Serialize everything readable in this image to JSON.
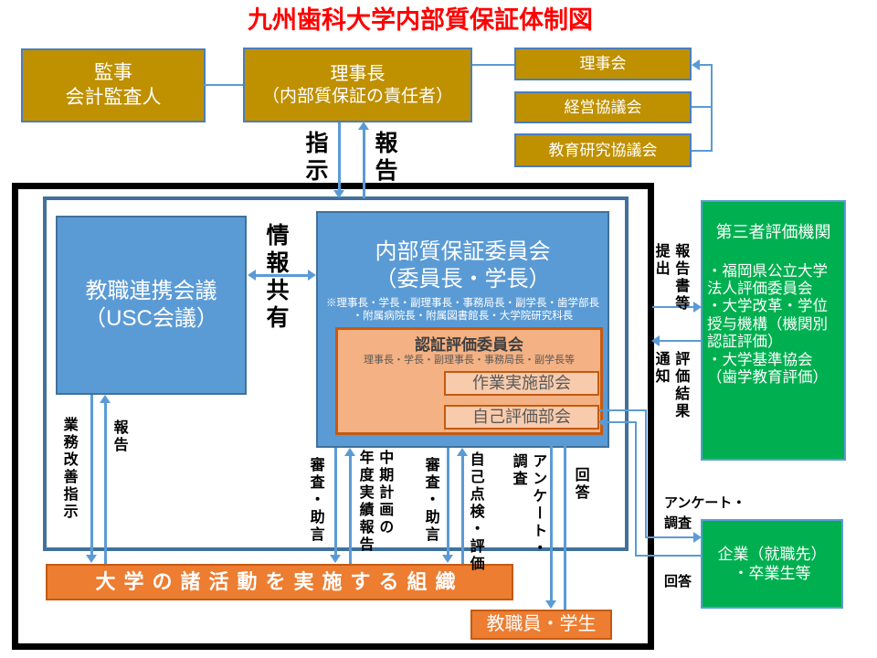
{
  "title": "九州歯科大学内部質保証体制図",
  "top_row": {
    "auditor_lines": [
      "監事",
      "会計監査人"
    ],
    "president_lines": [
      "理事長",
      "（内部質保証の責任者）"
    ],
    "board": "理事会",
    "management_council": "経営協議会",
    "education_research_council": "教育研究協議会",
    "directive_label": "指示",
    "report_label": "報告"
  },
  "inner": {
    "usc_lines": [
      "教職連携会議",
      "（USC会議）"
    ],
    "info_share_label": "情報共有",
    "iqa": {
      "title_lines": [
        "内部質保証委員会",
        "（委員長・学長）"
      ],
      "note_lines": [
        "※理事長・学長・副理事長・事務局長・副学長・歯学部長",
        "・附属病院長・附属図書館長・大学院研究科長"
      ]
    },
    "accreditation": {
      "title": "認証評価委員会",
      "note": "理事長・学長・副理事長・事務局長・副学長等",
      "working_group": "作業実施部会",
      "self_evaluation_group": "自己評価部会"
    },
    "org_activities": "大学の諸活動を実施する組織",
    "staff_students": "教職員・学生",
    "flow_labels": {
      "business_improvement": "業務改善指示",
      "report": "報告",
      "review_advice_1": "審査・助言",
      "midterm_lines": [
        "中期計画の",
        "年度実績報告"
      ],
      "review_advice_2": "審査・助言",
      "self_check": "自己点検・評価",
      "survey_lines": [
        "アンケート・",
        "調査"
      ],
      "answer": "回答"
    }
  },
  "right_side": {
    "submit_lines": [
      "報告書等",
      "提出"
    ],
    "notify_lines": [
      "評価結果",
      "通知"
    ],
    "third_party": {
      "title": "第三者評価機関",
      "items": [
        "・福岡県公立大学法人評価委員会",
        "・大学改革・学位授与機構（機関別認証評価）",
        "・大学基準協会（歯学教育評価）"
      ]
    },
    "survey_label_lines": [
      "アンケート・",
      "調査"
    ],
    "answer_label": "回答",
    "company_lines": [
      "企業（就職先）",
      "・卒業生等"
    ]
  },
  "colors": {
    "gold": "#BF9000",
    "blue": "#5B9BD5",
    "blue_border": "#41719C",
    "green": "#00B050",
    "orange": "#ED7D31",
    "orange_light": "#F4B183",
    "orange_lighter": "#F8CBAD",
    "orange_border": "#C55A11",
    "line": "#5B9BD5",
    "title_red": "#FF0000"
  }
}
